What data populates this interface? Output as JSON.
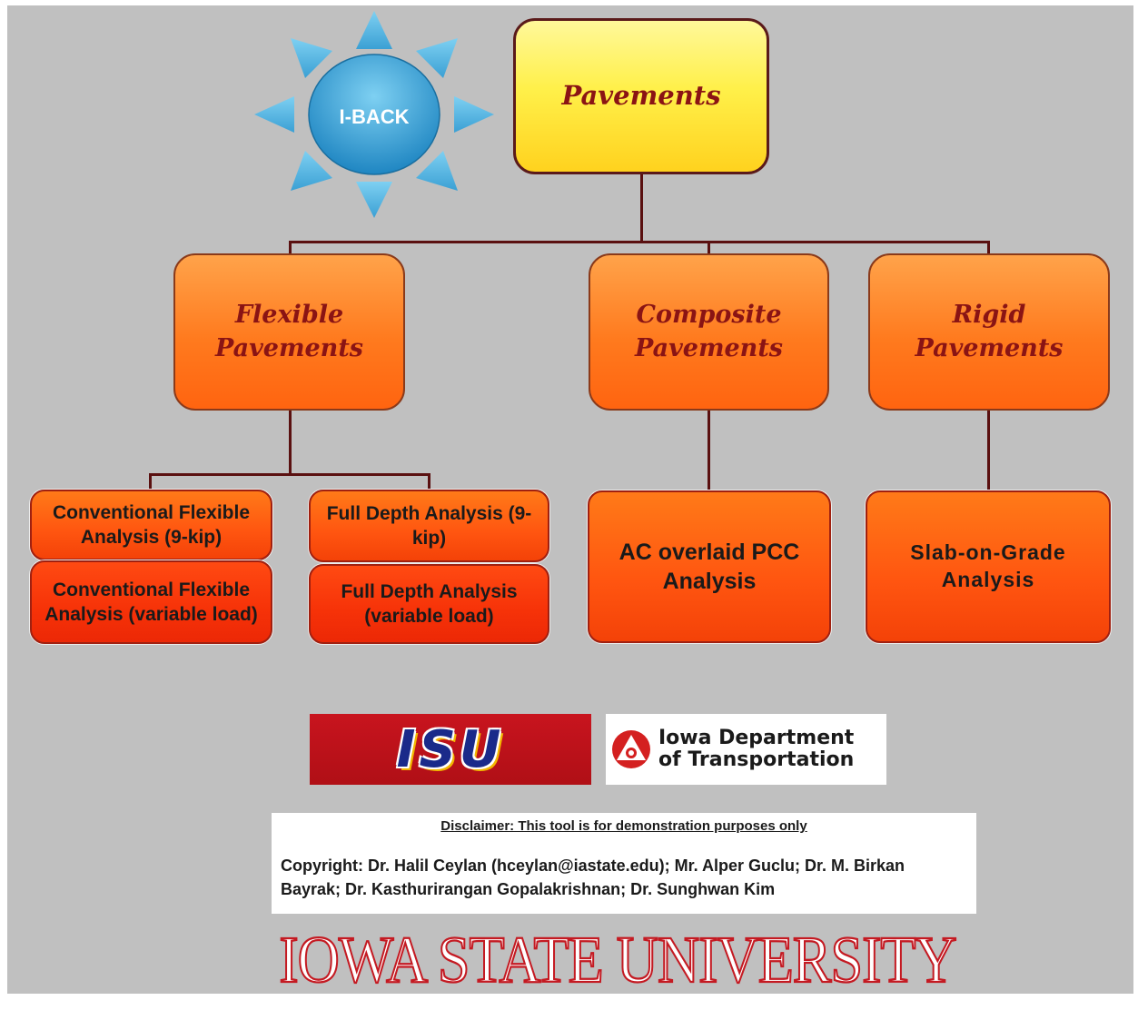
{
  "sun_badge": {
    "label": "I-BACK"
  },
  "root": {
    "label": "Pavements"
  },
  "categories": {
    "flexible": {
      "line1": "Flexible",
      "line2": "Pavements"
    },
    "composite": {
      "line1": "Composite",
      "line2": "Pavements"
    },
    "rigid": {
      "line1": "Rigid",
      "line2": "Pavements"
    }
  },
  "analyses": {
    "conv_9kip": "Conventional Flexible Analysis (9-kip)",
    "conv_variable": "Conventional Flexible Analysis (variable load)",
    "full_9kip": "Full Depth Analysis (9-kip)",
    "full_variable": "Full Depth Analysis (variable load)",
    "ac_overlaid": "AC overlaid PCC Analysis",
    "slab_on_grade": "Slab-on-Grade Analysis"
  },
  "logos": {
    "isu": "ISU",
    "dot_line1": "Iowa Department",
    "dot_line2": "of Transportation"
  },
  "disclaimer": {
    "title": "Disclaimer: This tool is for demonstration purposes only",
    "copyright": "Copyright: Dr. Halil Ceylan (hceylan@iastate.edu); Mr. Alper Guclu; Dr. M. Birkan Bayrak; Dr. Kasthurirangan Gopalakrishnan; Dr. Sunghwan Kim"
  },
  "wordmark": "IOWA STATE UNIVERSITY",
  "colors": {
    "background": "#c0c0c0",
    "root_fill": "#fff04a",
    "category_fill": "#ff7a1e",
    "button_fill": "#ff5510",
    "label_maroon": "#8a1414",
    "sun_blue": "#3ba0d4"
  }
}
